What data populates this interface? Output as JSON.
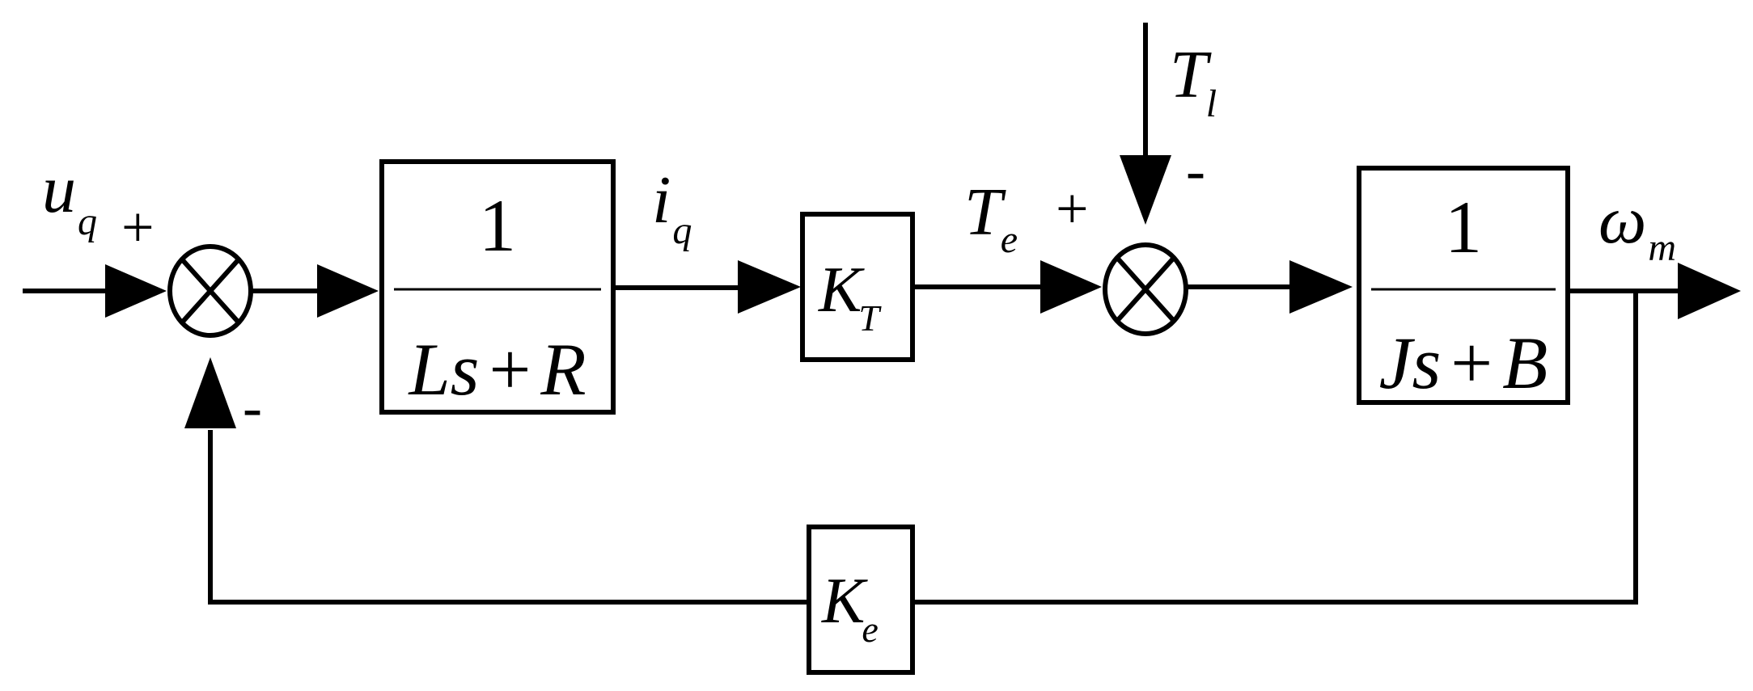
{
  "diagram": {
    "input": {
      "base": "u",
      "sub": "q"
    },
    "block1": {
      "numerator": "1",
      "den_a": "Ls",
      "den_op": "+",
      "den_b": "R"
    },
    "current": {
      "base": "i",
      "sub": "q"
    },
    "gain_kt": {
      "base": "K",
      "sub": "T"
    },
    "torque_e": {
      "base": "T",
      "sub": "e"
    },
    "load": {
      "base": "T",
      "sub": "l"
    },
    "block2": {
      "numerator": "1",
      "den_a": "Js",
      "den_op": "+",
      "den_b": "B"
    },
    "output": {
      "base": "ω",
      "sub": "m"
    },
    "gain_ke": {
      "base": "K",
      "sub": "e"
    },
    "sum1": {
      "plus": "+",
      "minus": "-"
    },
    "sum2": {
      "plus": "+",
      "minus": "-"
    }
  }
}
